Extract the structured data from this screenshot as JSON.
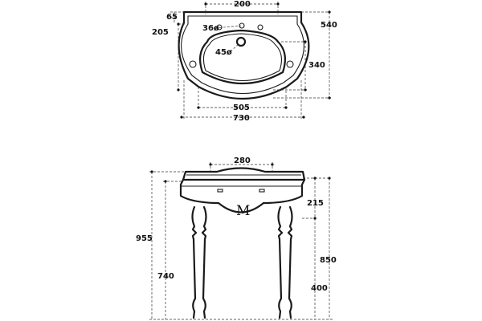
{
  "top_view": {
    "dim_top_width": "200",
    "dim_rim": "65",
    "dim_tap_offset": "205",
    "dim_tap_hole": "36ø",
    "dim_waste_hole": "45ø",
    "dim_depth": "540",
    "dim_bowl_depth": "340",
    "dim_bowl_width": "505",
    "dim_overall_width": "730"
  },
  "front_view": {
    "dim_top_width": "280",
    "dim_basin_height": "215",
    "dim_total_height": "955",
    "dim_rim_height": "850",
    "dim_leg_height": "740",
    "dim_lower_leg": "400",
    "logo_letter": "M"
  }
}
